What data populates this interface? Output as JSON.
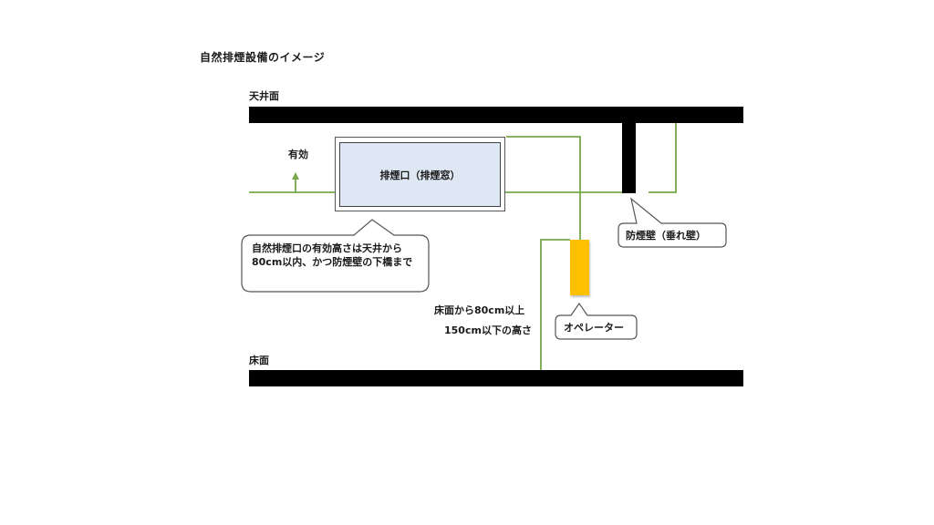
{
  "title": "自然排煙設備のイメージ",
  "labels": {
    "ceiling": "天井面",
    "floor": "床面",
    "effective": "有効",
    "smoke_vent": "排煙口（排煙窓）",
    "height_note_line1": "床面から80cm以上",
    "height_note_line2": "150cm以下の高さ"
  },
  "callouts": {
    "vent_height": {
      "line1": "自然排煙口の有効高さは天井から",
      "line2": "80cm以内、かつ防煙壁の下橋まで"
    },
    "smoke_wall": "防煙壁（垂れ壁）",
    "operator": "オペレーター"
  },
  "colors": {
    "structure": "#000000",
    "guide_line": "#77a84a",
    "vent_fill": "#dee8f4",
    "operator_fill": "#ffc000"
  }
}
